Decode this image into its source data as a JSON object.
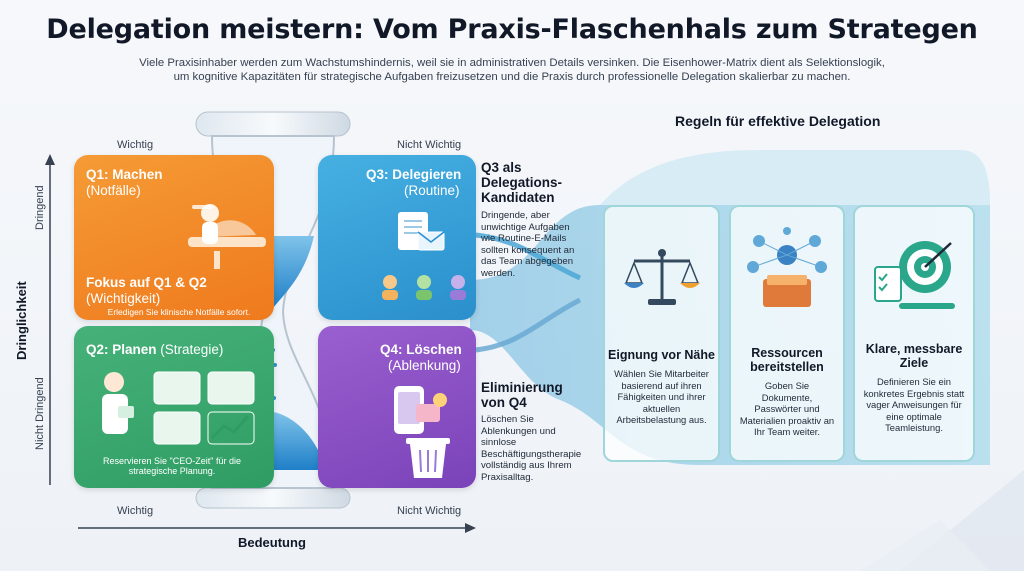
{
  "header": {
    "title": "Delegation meistern: Vom Praxis-Flaschenhals zum Strategen",
    "subtitle_line1": "Viele Praxisinhaber werden zum Wachstumshindernis, weil sie in administrativen Details versinken. Die Eisenhower-Matrix dient als Selektionslogik,",
    "subtitle_line2": "um kognitive Kapazitäten für strategische Aufgaben freizusetzen und die Praxis durch professionelle Delegation skalierbar zu machen."
  },
  "axes": {
    "top_left": "Wichtig",
    "top_right": "Nicht Wichtig",
    "bottom_left": "Wichtig",
    "bottom_right": "Nicht Wichtig",
    "y_upper": "Dringend",
    "y_lower": "Nicht Dringend",
    "y_title": "Dringlichkeit",
    "x_title": "Bedeutung"
  },
  "quadrants": {
    "q1": {
      "head": "Q1: Machen",
      "sub": "(Notfälle)",
      "focus_head": "Fokus auf Q1 & Q2",
      "focus_sub": "(Wichtigkeit)",
      "note": "Erledigen Sie klinische Notfälle sofort."
    },
    "q2": {
      "head": "Q2: Planen",
      "sub": "(Strategie)",
      "note": "Reservieren Sie \"CEO-Zeit\" für die strategische Planung."
    },
    "q3": {
      "head": "Q3: Delegieren",
      "sub": "(Routine)"
    },
    "q4": {
      "head": "Q4: Löschen",
      "sub": "(Ablenkung)"
    }
  },
  "side": {
    "q3_title": "Q3 als Delegations-Kandidaten",
    "q3_text": "Dringende, aber unwichtige Aufgaben wie Routine-E-Mails sollten konsequent an das Team abgegeben werden.",
    "q4_title": "Eliminierung von Q4",
    "q4_text": "Löschen Sie Ablenkungen und sinnlose Beschäftigungstherapie vollständig aus Ihrem Praxisalltag."
  },
  "rules": {
    "title": "Regeln für effektive Delegation",
    "cards": [
      {
        "title": "Eignung vor Nähe",
        "text": "Wählen Sie Mitarbeiter basierend auf ihren Fähigkeiten und ihrer aktuellen Arbeitsbelastung aus."
      },
      {
        "title": "Ressourcen bereitstellen",
        "text": "Goben Sie Dokumente, Passwörter und Materialien proaktiv an Ihr Team weiter."
      },
      {
        "title": "Klare, messbare Ziele",
        "text": "Definieren Sie ein konkretes Ergebnis statt vager Anweisungen für eine optimale Teamleistung."
      }
    ]
  },
  "colors": {
    "q1": "#ef7a1e",
    "q2": "#2f9d63",
    "q3": "#2a8fcc",
    "q4": "#7a43b8",
    "flow": "#5fb0d8",
    "card_border": "#9fd6da"
  }
}
